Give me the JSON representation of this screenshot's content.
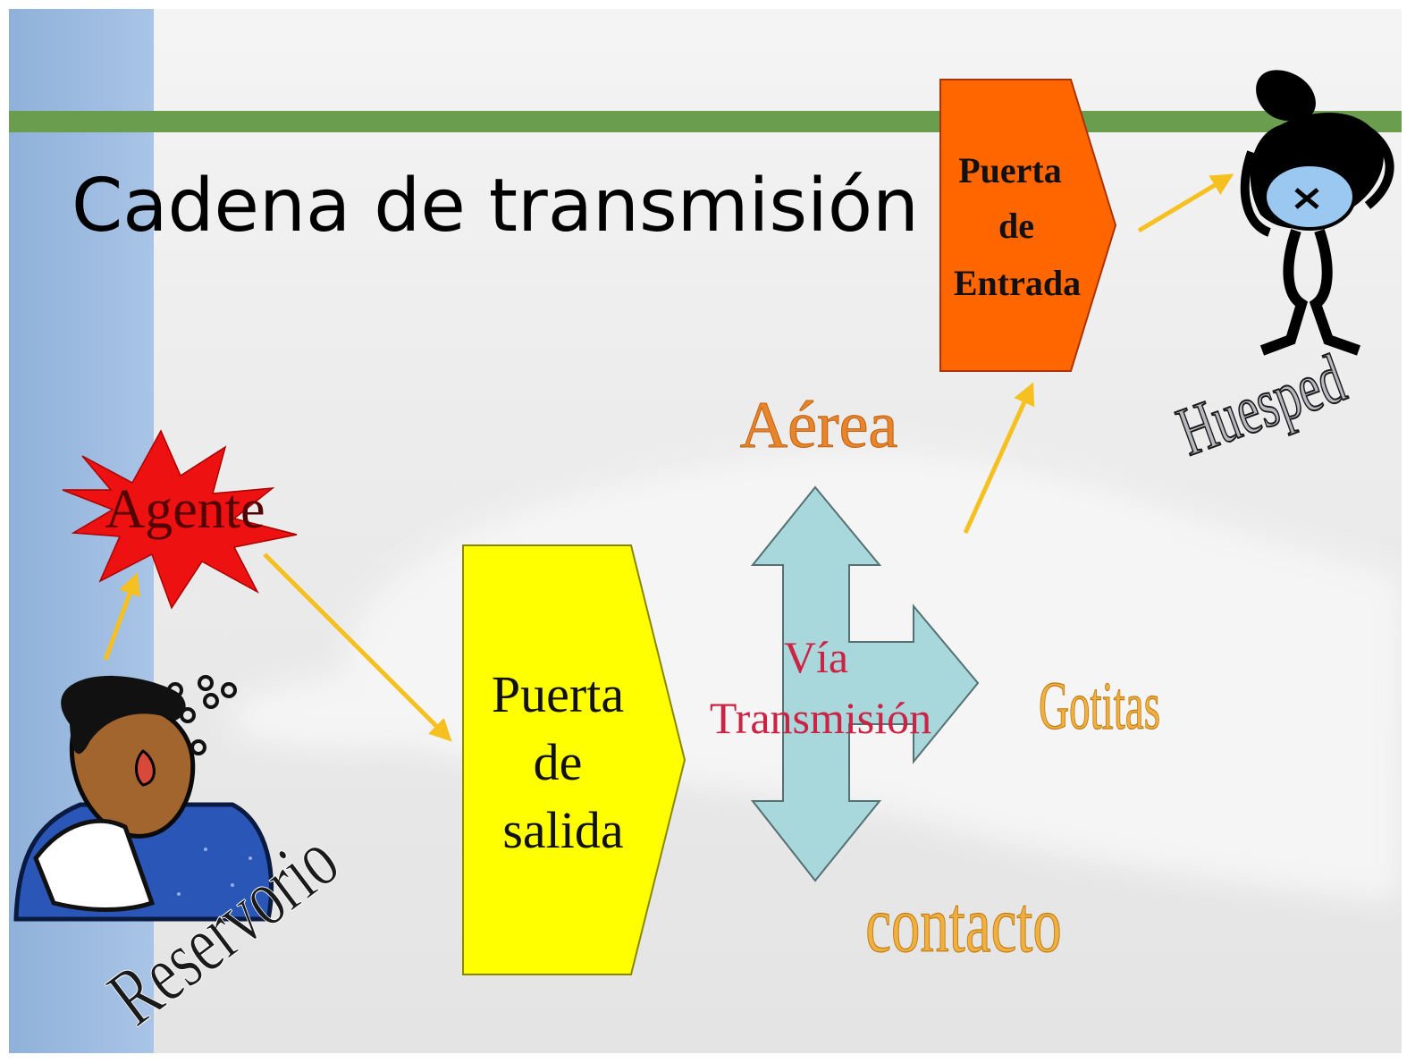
{
  "slide": {
    "title": "Cadena de transmisión"
  },
  "nodes": {
    "agente": "Agente",
    "reservorio": "Reservorio",
    "puerta_salida": [
      "Puerta",
      "de",
      "salida"
    ],
    "via_transmision": [
      "Vía",
      "Transmisión"
    ],
    "aerea": "Aérea",
    "gotitas": "Gotitas",
    "contacto": "contacto",
    "puerta_entrada": [
      "Puerta",
      "de",
      "Entrada"
    ],
    "huesped": "Huesped"
  },
  "colors": {
    "sidebar": "#a9c4e6",
    "green_bar": "#6a9e4e",
    "agente_star": "#ee1111",
    "puerta_salida": "#ffff00",
    "puerta_entrada": "#ff6600",
    "via_arrows": "#a8d8dc",
    "flow_arrows": "#f5c020",
    "route_labels": "#e89428",
    "via_label": "#cc2244"
  }
}
